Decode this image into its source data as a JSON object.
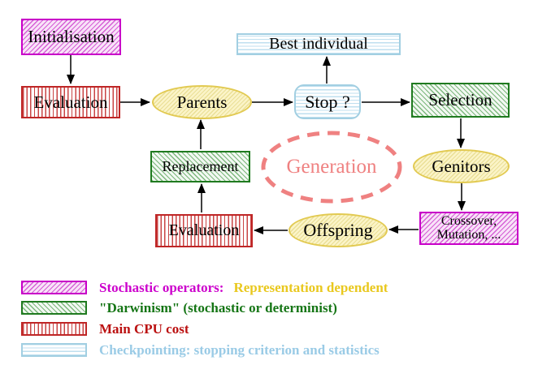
{
  "nodes": {
    "initialisation": {
      "label": "Initialisation"
    },
    "evaluation_top": {
      "label": "Evaluation"
    },
    "parents": {
      "label": "Parents"
    },
    "best_individual": {
      "label": "Best individual"
    },
    "stop": {
      "label": "Stop ?"
    },
    "selection": {
      "label": "Selection"
    },
    "genitors": {
      "label": "Genitors"
    },
    "crossover_mutation": {
      "line1": "Crossover,",
      "line2": "Mutation, ..."
    },
    "offspring": {
      "label": "Offspring"
    },
    "evaluation_bottom": {
      "label": "Evaluation"
    },
    "replacement": {
      "label": "Replacement"
    },
    "generation": {
      "label": "Generation"
    }
  },
  "legend": {
    "items": [
      {
        "swatch": "magenta-diagonal-hatch",
        "label": "Stochastic operators:",
        "label2": "Representation dependent"
      },
      {
        "swatch": "green-diagonal-hatch",
        "label": "\"Darwinism\" (stochastic or determinist)"
      },
      {
        "swatch": "red-vertical-lines",
        "label": "Main CPU cost"
      },
      {
        "swatch": "cyan-horizontal-lines",
        "label": "Checkpointing: stopping criterion and statistics"
      }
    ]
  },
  "colors": {
    "magenta": "#cc00cc",
    "green": "#157515",
    "red": "#bb1111",
    "cyan": "#9acbe6",
    "yellow": "#e9c81e",
    "salmon": "#ef8181",
    "arrow": "#000000"
  }
}
